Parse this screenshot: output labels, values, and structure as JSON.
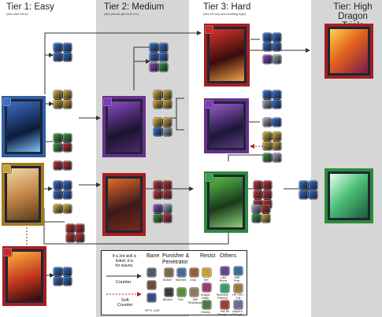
{
  "tiers": [
    {
      "title": "Tier 1: Easy",
      "subtitle": "(aka start here)"
    },
    {
      "title": "Tier 2: Medium",
      "subtitle": "(aka please get Dulf-roo)"
    },
    {
      "title": "Tier 3: Hard",
      "subtitle": "(aka oh boy auto-battling Agni)"
    },
    {
      "title": "Tier: High\nDragon Trials",
      "subtitle": ""
    }
  ],
  "legend": {
    "note": "If a 3rd skill is\nlisted, it is\nfor staves.",
    "counter_label": "Counter",
    "soft_counter_label": "Soft\nCounter",
    "bane_header": "Bane",
    "punisher_header": "Punisher &\nPenetrator",
    "resist_header": "Resist",
    "others_header": "Others",
    "bane_caption": "HP70, 1000",
    "punisher_captions": [
      "Broken",
      "Stormed",
      "Cosy",
      "Blinded",
      "Pois",
      "Skill\nResistance"
    ],
    "resist_captions": [
      "Def",
      "Dragon\nHaste",
      "Enemy"
    ],
    "others_captions": [
      "Last\nBoost",
      "Skill\nPrep",
      "Recovery\nPotency",
      "HP 70% / Full\nDef Up",
      "Has Hit\nStrength Up",
      "Dispel &\nStrength"
    ]
  },
  "colors": {
    "band_gray": "#d4d4d4",
    "frame_blue": "#2f5fa6",
    "frame_purple": "#6c2d8f",
    "frame_red": "#a32020",
    "frame_gold": "#a77a1a",
    "frame_green": "#2e8b3a",
    "counter_arrow": "#333333",
    "soft_counter_arrow": "#b22222"
  }
}
